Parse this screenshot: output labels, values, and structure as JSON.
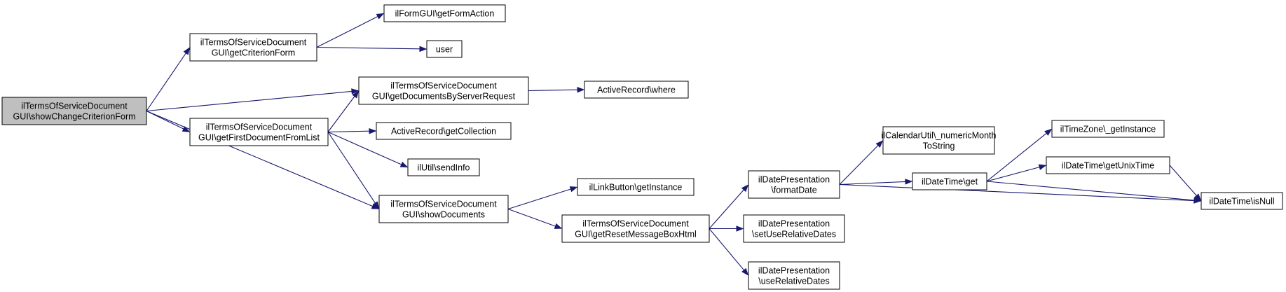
{
  "colors": {
    "edge": "#191970",
    "node_fill": "#ffffff",
    "root_fill": "#bfbfbf",
    "border": "#000000"
  },
  "nodes": [
    {
      "id": "root",
      "lines": [
        "ilTermsOfServiceDocument",
        "GUI\\showChangeCriterionForm"
      ],
      "highlighted": true
    },
    {
      "id": "getCriterionForm",
      "lines": [
        "ilTermsOfServiceDocument",
        "GUI\\getCriterionForm"
      ]
    },
    {
      "id": "getFormAction",
      "lines": [
        "ilFormGUI\\getFormAction"
      ]
    },
    {
      "id": "user",
      "lines": [
        "user"
      ]
    },
    {
      "id": "getDocumentsByServerRequest",
      "lines": [
        "ilTermsOfServiceDocument",
        "GUI\\getDocumentsByServerRequest"
      ]
    },
    {
      "id": "where",
      "lines": [
        "ActiveRecord\\where"
      ]
    },
    {
      "id": "getFirstDocumentFromList",
      "lines": [
        "ilTermsOfServiceDocument",
        "GUI\\getFirstDocumentFromList"
      ]
    },
    {
      "id": "getCollection",
      "lines": [
        "ActiveRecord\\getCollection"
      ]
    },
    {
      "id": "sendInfo",
      "lines": [
        "ilUtil\\sendInfo"
      ]
    },
    {
      "id": "showDocuments",
      "lines": [
        "ilTermsOfServiceDocument",
        "GUI\\showDocuments"
      ]
    },
    {
      "id": "linkGetInstance",
      "lines": [
        "ilLinkButton\\getInstance"
      ]
    },
    {
      "id": "getResetMessageBoxHtml",
      "lines": [
        "ilTermsOfServiceDocument",
        "GUI\\getResetMessageBoxHtml"
      ]
    },
    {
      "id": "formatDate",
      "lines": [
        "ilDatePresentation",
        "\\formatDate"
      ]
    },
    {
      "id": "setUseRelativeDates",
      "lines": [
        "ilDatePresentation",
        "\\setUseRelativeDates"
      ]
    },
    {
      "id": "useRelativeDates",
      "lines": [
        "ilDatePresentation",
        "\\useRelativeDates"
      ]
    },
    {
      "id": "numericMonthToString",
      "lines": [
        "ilCalendarUtil\\_numericMonth",
        "ToString"
      ]
    },
    {
      "id": "dtGet",
      "lines": [
        "ilDateTime\\get"
      ]
    },
    {
      "id": "tzGetInstance",
      "lines": [
        "ilTimeZone\\_getInstance"
      ]
    },
    {
      "id": "getUnixTime",
      "lines": [
        "ilDateTime\\getUnixTime"
      ]
    },
    {
      "id": "isNull",
      "lines": [
        "ilDateTime\\isNull"
      ]
    }
  ],
  "edges": [
    {
      "from": "root",
      "to": "getCriterionForm"
    },
    {
      "from": "root",
      "to": "getDocumentsByServerRequest"
    },
    {
      "from": "root",
      "to": "getFirstDocumentFromList"
    },
    {
      "from": "root",
      "to": "showDocuments"
    },
    {
      "from": "getCriterionForm",
      "to": "getFormAction"
    },
    {
      "from": "getCriterionForm",
      "to": "user"
    },
    {
      "from": "getDocumentsByServerRequest",
      "to": "where"
    },
    {
      "from": "getFirstDocumentFromList",
      "to": "getDocumentsByServerRequest"
    },
    {
      "from": "getFirstDocumentFromList",
      "to": "getCollection"
    },
    {
      "from": "getFirstDocumentFromList",
      "to": "sendInfo"
    },
    {
      "from": "getFirstDocumentFromList",
      "to": "showDocuments"
    },
    {
      "from": "showDocuments",
      "to": "linkGetInstance"
    },
    {
      "from": "showDocuments",
      "to": "getResetMessageBoxHtml"
    },
    {
      "from": "getResetMessageBoxHtml",
      "to": "formatDate"
    },
    {
      "from": "getResetMessageBoxHtml",
      "to": "setUseRelativeDates"
    },
    {
      "from": "getResetMessageBoxHtml",
      "to": "useRelativeDates"
    },
    {
      "from": "formatDate",
      "to": "numericMonthToString"
    },
    {
      "from": "formatDate",
      "to": "dtGet"
    },
    {
      "from": "formatDate",
      "to": "isNull"
    },
    {
      "from": "dtGet",
      "to": "tzGetInstance"
    },
    {
      "from": "dtGet",
      "to": "getUnixTime"
    },
    {
      "from": "dtGet",
      "to": "isNull"
    },
    {
      "from": "getUnixTime",
      "to": "isNull"
    }
  ]
}
